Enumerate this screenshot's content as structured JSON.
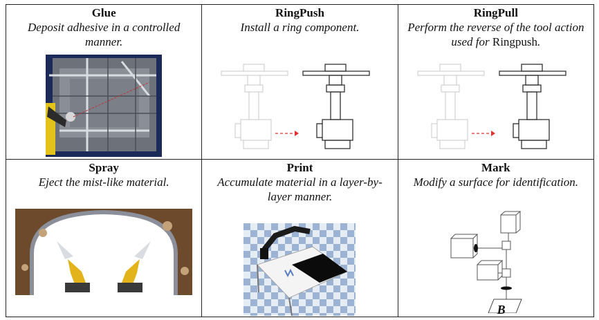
{
  "cells": [
    {
      "title": "Glue",
      "desc": "Deposit adhesive in a controlled manner."
    },
    {
      "title": "RingPush",
      "desc": "Install a ring component."
    },
    {
      "title": "RingPull",
      "desc_pre": "Perform the reverse of the tool action used for ",
      "desc_plain": "Ringpush",
      "desc_post": "."
    },
    {
      "title": "Spray",
      "desc": "Eject the mist-like material."
    },
    {
      "title": "Print",
      "desc": "Accumulate material in a layer-by-layer manner."
    },
    {
      "title": "Mark",
      "desc": "Modify a surface for identification.",
      "letter": "B"
    }
  ],
  "colors": {
    "arrow": "#e03030",
    "tool_ghost": "#c8c8c8",
    "tool": "#222222"
  }
}
